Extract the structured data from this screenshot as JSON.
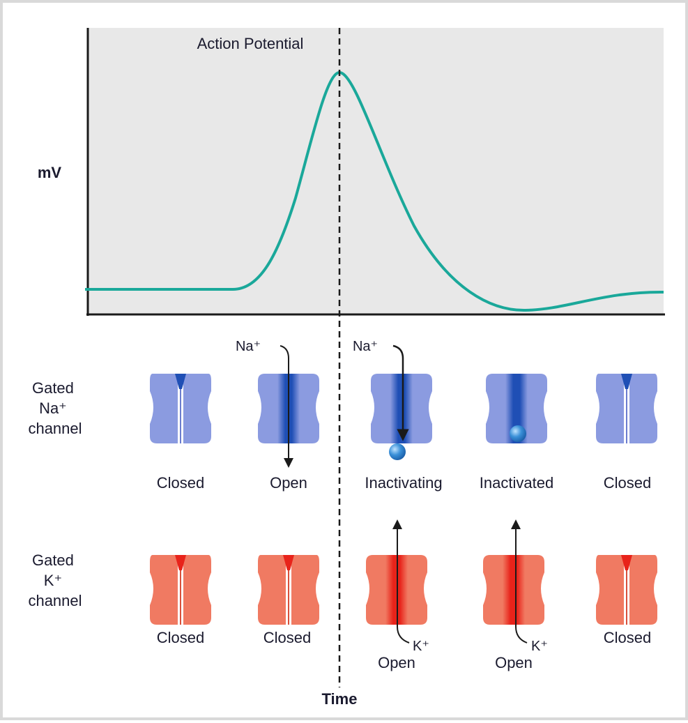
{
  "chart": {
    "title": "Action Potential",
    "ylabel": "mV",
    "xlabel": "Time"
  },
  "colors": {
    "plot_bg": "#e8e8e8",
    "trace": "#1aa89a",
    "na_channel": "#8b9be0",
    "na_pore": "#1f4fb5",
    "k_channel": "#f07a62",
    "k_pore": "#e8231a",
    "ball": "#3a90d8"
  },
  "na_row": {
    "label_lines": [
      "Gated",
      "Na⁺",
      "channel"
    ],
    "ion_label": "Na⁺",
    "states": [
      "Closed",
      "Open",
      "Inactivating",
      "Inactivated",
      "Closed"
    ]
  },
  "k_row": {
    "label_lines": [
      "Gated",
      "K⁺",
      "channel"
    ],
    "ion_label": "K⁺",
    "states": [
      "Closed",
      "Closed",
      "Open",
      "Open",
      "Closed"
    ]
  }
}
